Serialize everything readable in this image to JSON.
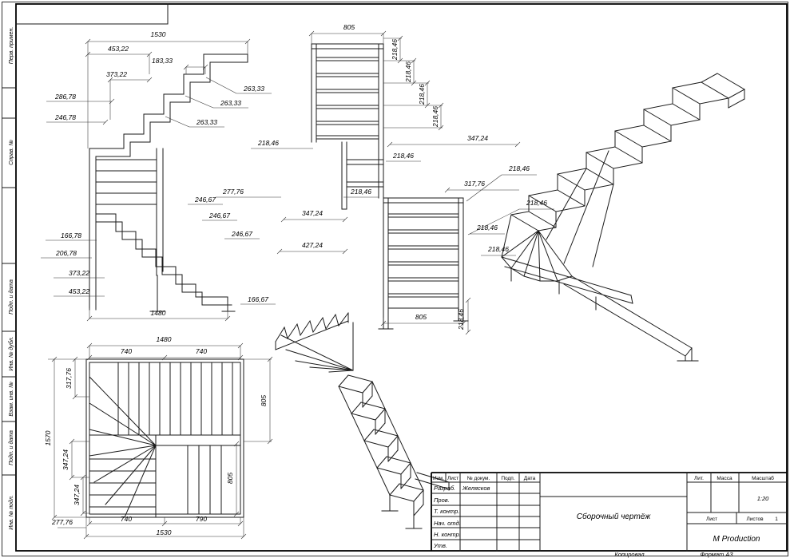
{
  "sheet": {
    "margin_labels": [
      "Перв. примен.",
      "Справ. №",
      "Подп. и дата",
      "Инв. № дубл.",
      "Взам. инв. №",
      "Подп. и дата",
      "Инв. № подл."
    ],
    "footer_left": "Копировал",
    "footer_right": "Формат А3"
  },
  "views": {
    "elevation_a": {
      "dims": [
        "1530",
        "453,22",
        "183,33",
        "373,22",
        "286,78",
        "246,78",
        "263,33",
        "263,33",
        "263,33",
        "246,67",
        "246,67",
        "246,67",
        "166,78",
        "206,78",
        "373,22",
        "453,22",
        "166,67",
        "1480"
      ]
    },
    "elevation_b": {
      "dims": [
        "805",
        "218,46",
        "218,46",
        "218,46",
        "218,46",
        "347,24",
        "218,46",
        "218,46",
        "277,76",
        "218,46",
        "347,24",
        "427,24",
        "317,76",
        "218,46",
        "218,46",
        "218,46",
        "218,46",
        "805",
        "218,46"
      ]
    },
    "plan": {
      "dims": [
        "1480",
        "740",
        "740",
        "317,76",
        "1570",
        "347,24",
        "347,24",
        "805",
        "805",
        "277,76",
        "740",
        "790",
        "1530"
      ]
    }
  },
  "title_block": {
    "header_cols": [
      "Изм.",
      "Лист",
      "№ докум.",
      "Подп.",
      "Дата"
    ],
    "rows": [
      {
        "label": "Разраб.",
        "value": "Желясков"
      },
      {
        "label": "Пров.",
        "value": ""
      },
      {
        "label": "Т. контр.",
        "value": ""
      },
      {
        "label": "Нач. отд.",
        "value": ""
      },
      {
        "label": "Н. контр.",
        "value": ""
      },
      {
        "label": "Утв.",
        "value": ""
      }
    ],
    "doc_title": "Сборочный чертёж",
    "lit_label": "Лит.",
    "mass_label": "Масса",
    "scale_label": "Масштаб",
    "scale_value": "1:20",
    "sheet_label": "Лист",
    "sheets_label": "Листов",
    "sheets_value": "1",
    "company": "М Production"
  }
}
